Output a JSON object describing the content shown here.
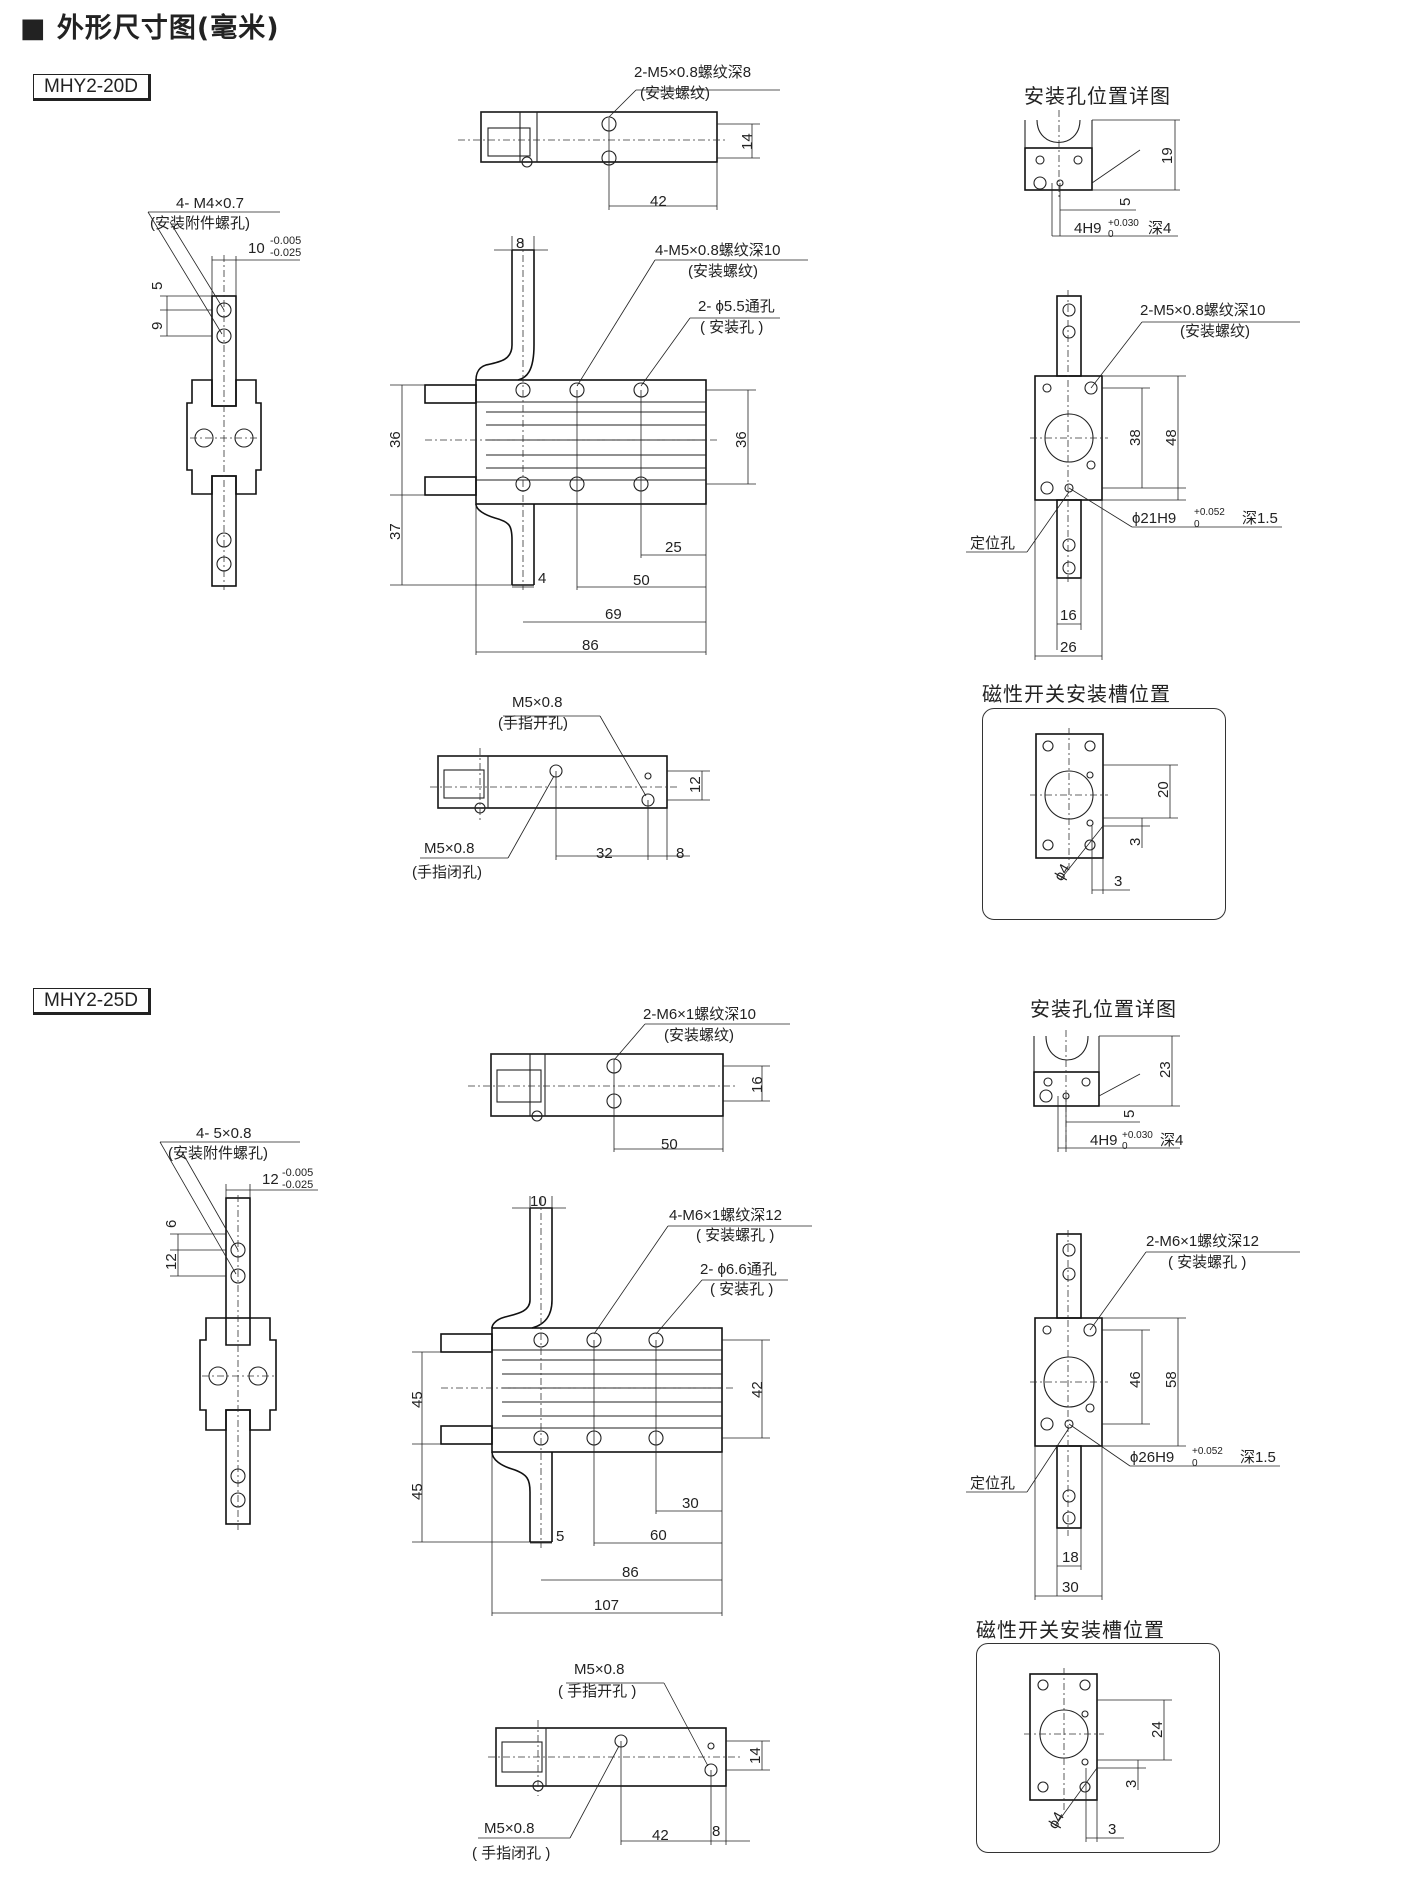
{
  "header": {
    "title": "■ 外形尺寸图(毫米)"
  },
  "models": [
    {
      "model": "MHY2-20D",
      "mount_detail_title": "安装孔位置详图",
      "switch_title": "磁性开关安装槽位置",
      "labels": {
        "top_thread": "2-M5×0.8螺纹深8",
        "top_thread_sub": "(安装螺纹)",
        "jaw_thread": "4- M4×0.7",
        "jaw_thread_sub": "(安装附件螺孔)",
        "jaw_tol": "10",
        "jaw_tol_up": "-0.005",
        "jaw_tol_lo": "-0.025",
        "front_thread": "4-M5×0.8螺纹深10",
        "front_thread_sub": "(安装螺纹)",
        "front_hole": "2- ϕ5.5通孔",
        "front_hole_sub": "( 安装孔 )",
        "side_thread": "2-M5×0.8螺纹深10",
        "side_thread_sub": "(安装螺纹)",
        "locate": "定位孔",
        "bore": "ϕ21H9",
        "bore_tol": "+0.052",
        "bore_tol0": "0",
        "bore_depth": "深1.5",
        "pin": "4H9",
        "pin_tol": "+0.030",
        "pin_tol0": "0",
        "pin_depth": "深4",
        "open": "M5×0.8",
        "open_sub": "(手指开孔)",
        "close": "M5×0.8",
        "close_sub": "(手指闭孔)"
      },
      "dims": {
        "top_h": "14",
        "top_w": "42",
        "jaw_a": "5",
        "jaw_b": "9",
        "front_w1": "8",
        "front_left_h": "36",
        "front_right_h": "36",
        "front_jaw_h": "37",
        "front_4": "4",
        "front_25": "25",
        "front_50": "50",
        "front_69": "69",
        "front_86": "86",
        "det_19": "19",
        "det_5": "5",
        "side_38": "38",
        "side_48": "48",
        "side_16": "16",
        "side_26": "26",
        "bot_12": "12",
        "bot_32": "32",
        "bot_8": "8",
        "sw_20": "20",
        "sw_3a": "3",
        "sw_phi": "ϕ4",
        "sw_3b": "3"
      }
    },
    {
      "model": "MHY2-25D",
      "mount_detail_title": "安装孔位置详图",
      "switch_title": "磁性开关安装槽位置",
      "labels": {
        "top_thread": "2-M6×1螺纹深10",
        "top_thread_sub": "(安装螺纹)",
        "jaw_thread": "4- 5×0.8",
        "jaw_thread_sub": "(安装附件螺孔)",
        "jaw_tol": "12",
        "jaw_tol_up": "-0.005",
        "jaw_tol_lo": "-0.025",
        "front_thread": "4-M6×1螺纹深12",
        "front_thread_sub": "( 安装螺孔 )",
        "front_hole": "2- ϕ6.6通孔",
        "front_hole_sub": "( 安装孔 )",
        "side_thread": "2-M6×1螺纹深12",
        "side_thread_sub": "( 安装螺孔 )",
        "locate": "定位孔",
        "bore": "ϕ26H9",
        "bore_tol": "+0.052",
        "bore_tol0": "0",
        "bore_depth": "深1.5",
        "pin": "4H9",
        "pin_tol": "+0.030",
        "pin_tol0": "0",
        "pin_depth": "深4",
        "open": "M5×0.8",
        "open_sub": "( 手指开孔 )",
        "close": "M5×0.8",
        "close_sub": "( 手指闭孔 )"
      },
      "dims": {
        "top_h": "16",
        "top_w": "50",
        "jaw_a": "6",
        "jaw_b": "12",
        "front_w1": "10",
        "front_left_h": "45",
        "front_right_h": "42",
        "front_jaw_h": "45",
        "front_4": "5",
        "front_25": "30",
        "front_50": "60",
        "front_69": "86",
        "front_86": "107",
        "det_19": "23",
        "det_5": "5",
        "side_38": "46",
        "side_48": "58",
        "side_16": "18",
        "side_26": "30",
        "bot_12": "14",
        "bot_32": "42",
        "bot_8": "8",
        "sw_20": "24",
        "sw_3a": "3",
        "sw_phi": "ϕ4",
        "sw_3b": "3"
      }
    }
  ]
}
